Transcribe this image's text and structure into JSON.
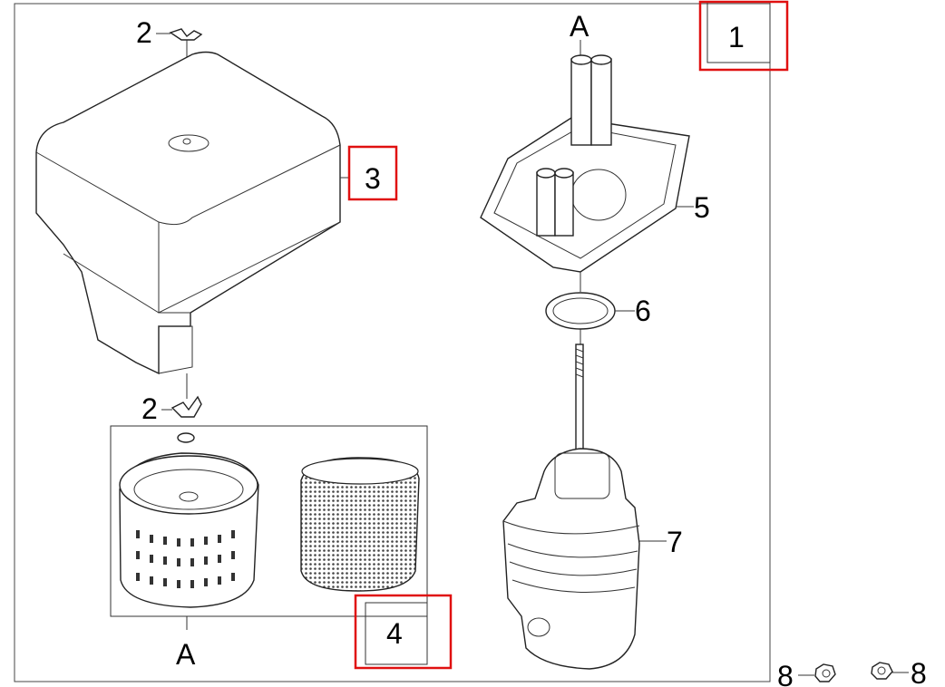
{
  "diagram": {
    "title_callout": "1",
    "callouts": {
      "wing_nut_top": "2",
      "wing_nut_bottom": "2",
      "cover": "3",
      "filter_assembly": "4",
      "base_plate": "5",
      "gasket": "6",
      "body": "7",
      "nut_left": "8",
      "nut_right": "8",
      "ref_top": "A",
      "ref_bottom": "A"
    },
    "colors": {
      "highlight": "#e01010",
      "line": "#222222"
    }
  }
}
